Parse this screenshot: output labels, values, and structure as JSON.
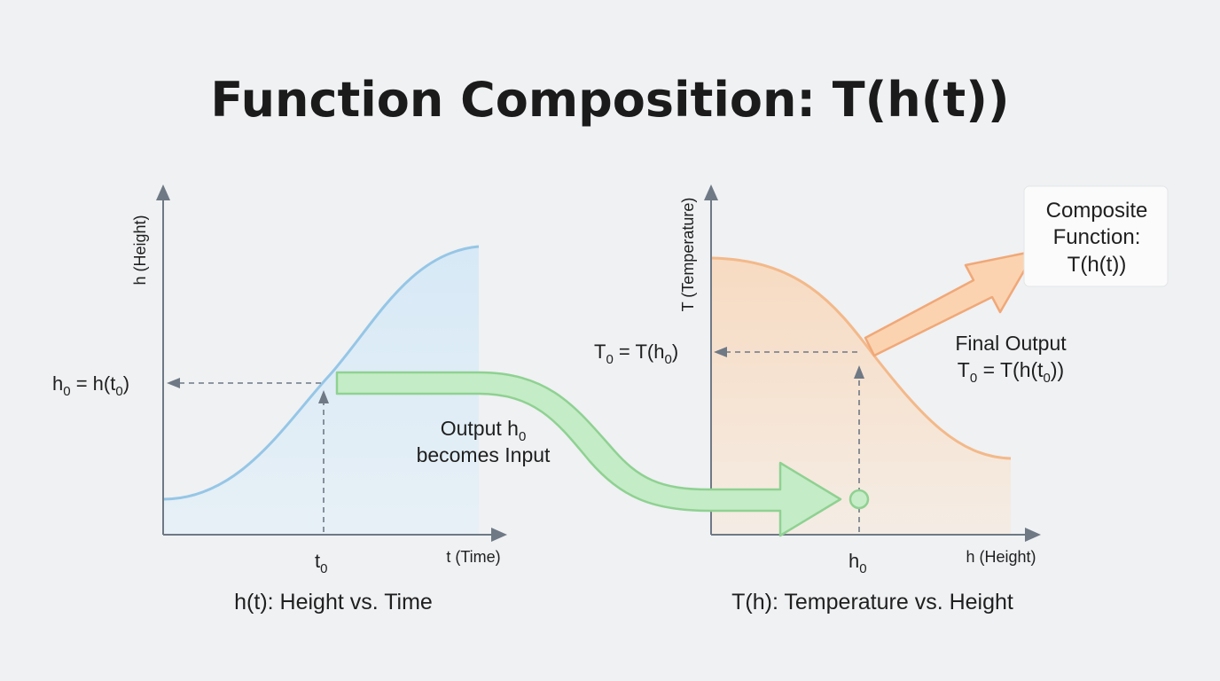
{
  "title": "Function Composition: T(h(t))",
  "left_plot": {
    "y_axis_label": "h (Height)",
    "x_axis_label": "t (Time)",
    "x_marker": {
      "base": "t",
      "sub": "0"
    },
    "y_marker": {
      "p1": "h",
      "s1": "0",
      "p2": " = h(t",
      "s2": "0",
      "p3": ")"
    },
    "caption": "h(t): Height vs. Time"
  },
  "right_plot": {
    "y_axis_label": "T (Temperature)",
    "x_axis_label": "h (Height)",
    "x_marker": {
      "base": "h",
      "sub": "0"
    },
    "y_marker": {
      "p1": "T",
      "s1": "0",
      "p2": " = T(h",
      "s2": "0",
      "p3": ")"
    },
    "caption": "T(h): Temperature vs. Height"
  },
  "transfer_note": {
    "line1_base": "Output h",
    "line1_sub": "0",
    "line2": "becomes Input"
  },
  "final_output": {
    "line1": "Final Output",
    "p1": "T",
    "s1": "0",
    "p2": " = T(h(t",
    "s2": "0",
    "p3": "))"
  },
  "composite_box": {
    "lines": [
      "Composite",
      "Function:",
      "T(h(t))"
    ]
  },
  "colors": {
    "background": "#eff1f3",
    "axis": "#6f7985",
    "h_curve": "#96c6e6",
    "h_fill": "#d7eaf7",
    "t_curve": "#f3b98a",
    "t_fill": "#f9dcc4",
    "green_arrow": "#c4ecc6",
    "green_stroke": "#8fd192",
    "orange_arrow": "#fbd3b0",
    "orange_stroke": "#f0a878"
  }
}
